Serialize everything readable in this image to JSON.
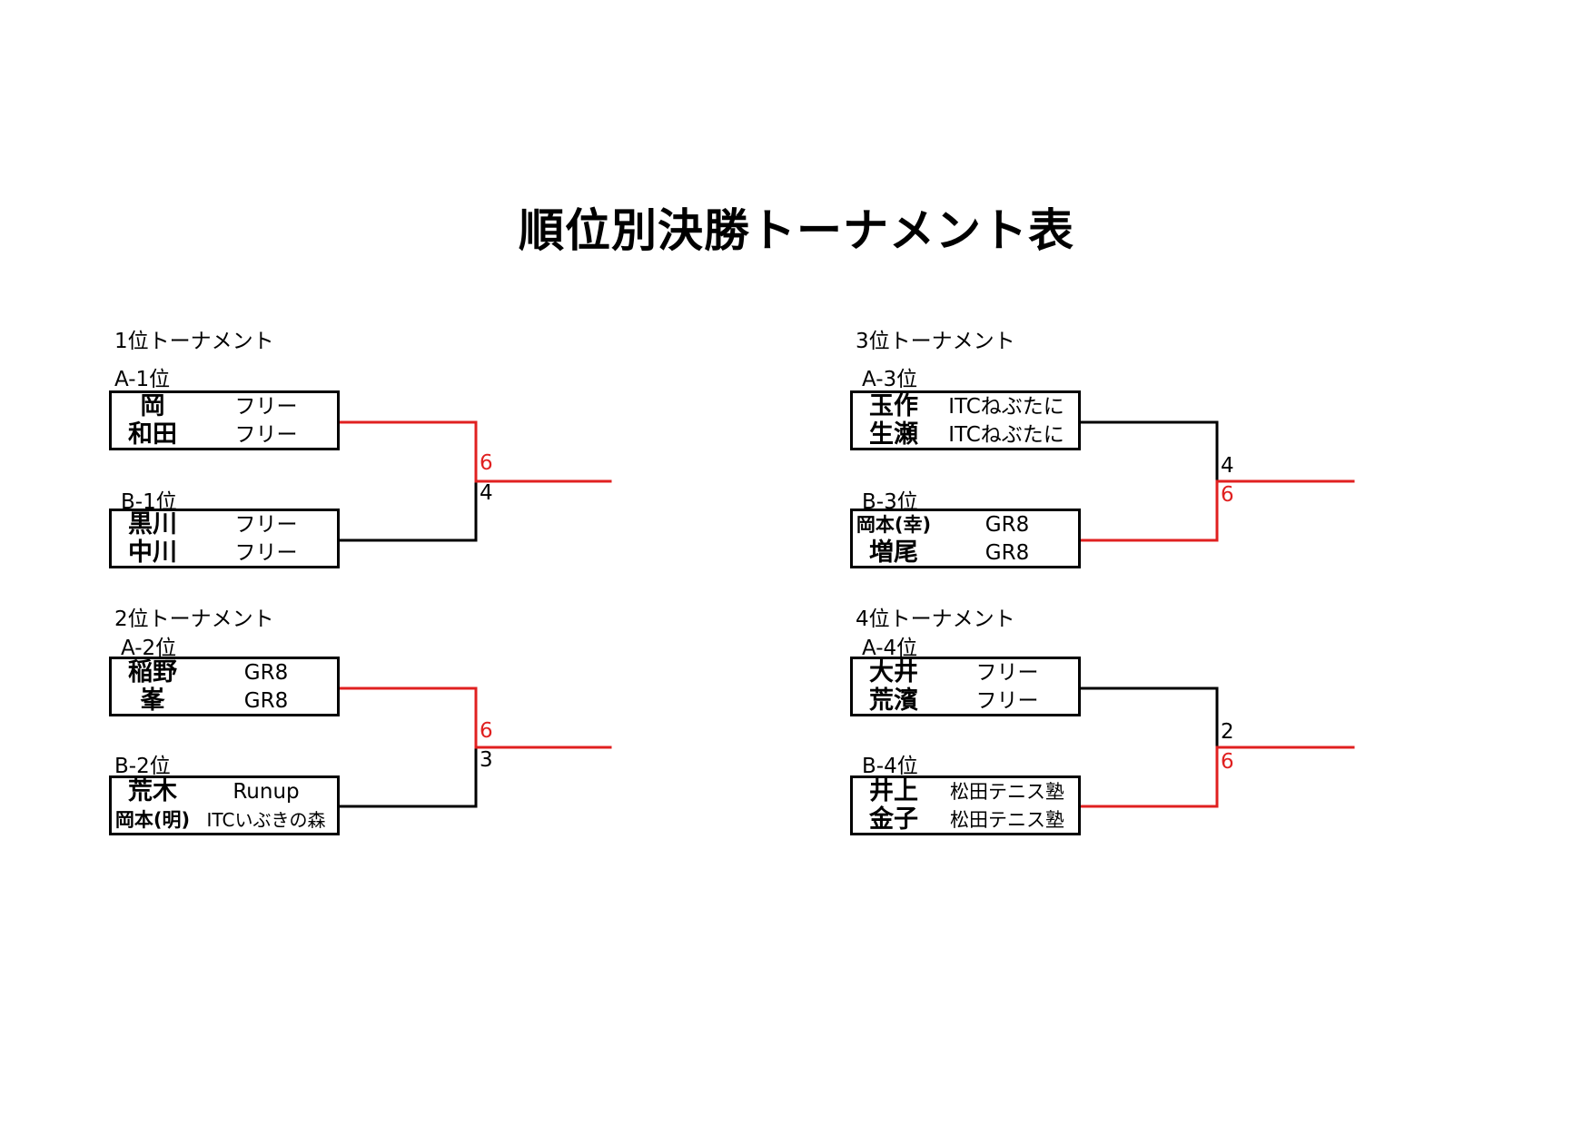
{
  "title": "順位別決勝トーナメント表",
  "colors": {
    "winner": "#e02020",
    "default": "#000000"
  },
  "tournaments": [
    {
      "title": "1位トーナメント",
      "top": {
        "seed": "A-1位",
        "players": [
          {
            "name": "岡",
            "club": "フリー"
          },
          {
            "name": "和田",
            "club": "フリー"
          }
        ]
      },
      "bottom": {
        "seed": "B-1位",
        "players": [
          {
            "name": "黒川",
            "club": "フリー"
          },
          {
            "name": "中川",
            "club": "フリー"
          }
        ]
      },
      "score_top": "6",
      "score_bottom": "4",
      "winner": "top"
    },
    {
      "title": "2位トーナメント",
      "top": {
        "seed": "A-2位",
        "players": [
          {
            "name": "稲野",
            "club": "GR8"
          },
          {
            "name": "峯",
            "club": "GR8"
          }
        ]
      },
      "bottom": {
        "seed": "B-2位",
        "players": [
          {
            "name": "荒木",
            "club": "Runup"
          },
          {
            "name": "岡本(明)",
            "club": "ITCいぶきの森"
          }
        ]
      },
      "score_top": "6",
      "score_bottom": "3",
      "winner": "top"
    },
    {
      "title": "3位トーナメント",
      "top": {
        "seed": "A-3位",
        "players": [
          {
            "name": "玉作",
            "club": "ITCねぶたに"
          },
          {
            "name": "生瀬",
            "club": "ITCねぶたに"
          }
        ]
      },
      "bottom": {
        "seed": "B-3位",
        "players": [
          {
            "name": "岡本(幸)",
            "club": "GR8"
          },
          {
            "name": "増尾",
            "club": "GR8"
          }
        ]
      },
      "score_top": "4",
      "score_bottom": "6",
      "winner": "bottom"
    },
    {
      "title": "4位トーナメント",
      "top": {
        "seed": "A-4位",
        "players": [
          {
            "name": "大井",
            "club": "フリー"
          },
          {
            "name": "荒濱",
            "club": "フリー"
          }
        ]
      },
      "bottom": {
        "seed": "B-4位",
        "players": [
          {
            "name": "井上",
            "club": "松田テニス塾"
          },
          {
            "name": "金子",
            "club": "松田テニス塾"
          }
        ]
      },
      "score_top": "2",
      "score_bottom": "6",
      "winner": "bottom"
    }
  ]
}
